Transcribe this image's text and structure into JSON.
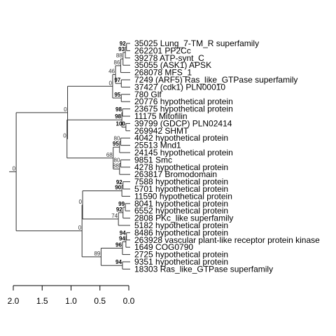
{
  "tree": {
    "leaves": [
      "35025 Lung_7-TM_R superfamily",
      "262201 PP2Cc",
      "39278 ATP-synt_C",
      "35055 (ASK1) APSK",
      "268078 MFS_1",
      "7249 (ARF5) Ras_like_GTPase superfamily",
      "37427 (cdk1) PLN00010",
      "780 Glf",
      "20776 hypothetical protein",
      "23675 hypothetical protein",
      "11175 Mitofilin",
      "39799 (GDCP) PLN02414",
      "269942 SHMT",
      "4042 hypothetical protein",
      "25513 Mnd1",
      "24145 hypothetical protein",
      "9851 Smc",
      "4278 hypothetical protein",
      "263817 Bromodomain",
      "7588 hypothetical protein",
      "5701 hypothetical protein",
      "11590 hypothetical protein",
      "8041 hypothetical protein",
      "6552 hypothetical protein",
      "2808 PKc_like superfamily",
      "5182 hypothetical protein",
      "8486 hypothetical protein",
      "263928 vascular plant-like receptor protein kinase",
      "1649 COG0790",
      "2725 hypothetical protein",
      "9351 hypothetical protein",
      "18303 Ras_like_GTPase superfamily"
    ],
    "nodes": [
      {
        "id": "n1",
        "a": 0,
        "b": 1,
        "h": 0.04,
        "support": "92",
        "bold": true
      },
      {
        "id": "n2",
        "a": "n1",
        "b": 2,
        "h": 0.06,
        "support": "93",
        "bold": true
      },
      {
        "id": "n3",
        "a": "n2",
        "b": 3,
        "h": 0.1,
        "support": "88",
        "bold": false
      },
      {
        "id": "n4",
        "a": "n3",
        "b": 4,
        "h": 0.14,
        "support": "86",
        "bold": false
      },
      {
        "id": "n5",
        "a": 5,
        "b": 6,
        "h": 0.13,
        "support": "97",
        "bold": true
      },
      {
        "id": "n6",
        "a": "n4",
        "b": "n5",
        "h": 0.23,
        "support": "46",
        "bold": false
      },
      {
        "id": "n7",
        "a": 7,
        "b": 8,
        "h": 0.13,
        "support": "95",
        "bold": true
      },
      {
        "id": "n8",
        "a": "n6",
        "b": "n7",
        "h": 0.28,
        "support": "0",
        "bold": false
      },
      {
        "id": "n9",
        "a": 9,
        "b": 10,
        "h": 0.11,
        "support": "98",
        "bold": true
      },
      {
        "id": "n10",
        "a": 11,
        "b": 12,
        "h": 0.05,
        "support": "100",
        "bold": true
      },
      {
        "id": "n11",
        "a": "n9",
        "b": "n10",
        "h": 0.12,
        "support": "98",
        "bold": true
      },
      {
        "id": "n12",
        "a": 13,
        "b": 14,
        "h": 0.14,
        "support": "80",
        "bold": false
      },
      {
        "id": "n13",
        "a": "n12",
        "b": 15,
        "h": 0.16,
        "support": "95",
        "bold": true
      },
      {
        "id": "n14",
        "a": 16,
        "b": 17,
        "h": 0.14,
        "support": "80",
        "bold": false
      },
      {
        "id": "n15",
        "a": "n14",
        "b": 18,
        "h": 0.16,
        "support": "88",
        "bold": false
      },
      {
        "id": "n16",
        "a": "n13",
        "b": "n15",
        "h": 0.27,
        "support": "68",
        "bold": false
      },
      {
        "id": "n17",
        "a": "n11",
        "b": "n16",
        "h": 1.07,
        "support": "0",
        "bold": false
      },
      {
        "id": "n18",
        "a": "n8",
        "b": "n17",
        "h": 1.06,
        "support": "0",
        "bold": false
      },
      {
        "id": "n19",
        "a": 19,
        "b": 20,
        "h": 0.1,
        "support": "92",
        "bold": true
      },
      {
        "id": "n20",
        "a": "n19",
        "b": 21,
        "h": 0.12,
        "support": "90",
        "bold": true
      },
      {
        "id": "n21",
        "a": 22,
        "b": 23,
        "h": 0.06,
        "support": "99",
        "bold": true
      },
      {
        "id": "n22",
        "a": "n21",
        "b": 24,
        "h": 0.1,
        "support": "92",
        "bold": true
      },
      {
        "id": "n23",
        "a": "n22",
        "b": 25,
        "h": 0.18,
        "support": "74",
        "bold": false
      },
      {
        "id": "n24",
        "a": "n20",
        "b": "n23",
        "h": 0.8,
        "support": "0",
        "bold": false
      },
      {
        "id": "n25",
        "a": 26,
        "b": 27,
        "h": 0.04,
        "support": "94",
        "bold": true
      },
      {
        "id": "n26",
        "a": "n25",
        "b": 28,
        "h": 0.05,
        "support": "94",
        "bold": true
      },
      {
        "id": "n27",
        "a": "n26",
        "b": 29,
        "h": 0.11,
        "support": "96",
        "bold": true
      },
      {
        "id": "n28",
        "a": 30,
        "b": 31,
        "h": 0.11,
        "support": "94",
        "bold": true
      },
      {
        "id": "n29",
        "a": "n27",
        "b": "n28",
        "h": 0.48,
        "support": "89",
        "bold": false
      },
      {
        "id": "n30",
        "a": "n24",
        "b": "n29",
        "h": 0.81,
        "support": "0",
        "bold": false
      },
      {
        "id": "n31",
        "a": "n18",
        "b": "n30",
        "h": 1.95,
        "support": "0",
        "bold": false
      }
    ],
    "root": "n31"
  },
  "axis": {
    "min": 0,
    "max": 2,
    "ticks": [
      2.0,
      1.5,
      1.0,
      0.5,
      0.0
    ],
    "tick_labels": [
      "2.0",
      "1.5",
      "1.0",
      "0.5",
      "0.0"
    ]
  }
}
